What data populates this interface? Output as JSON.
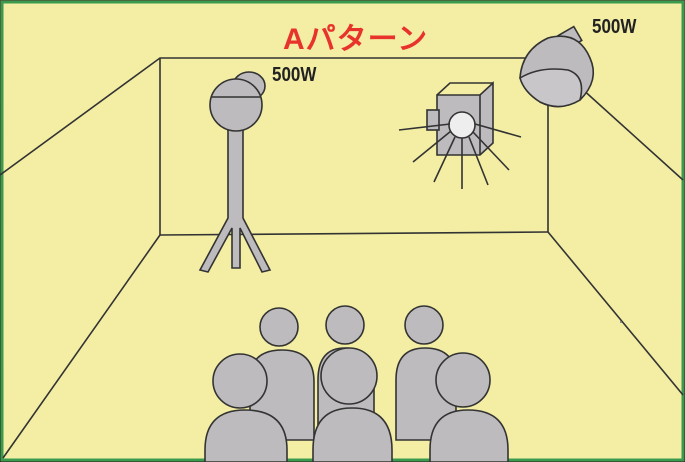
{
  "diagram": {
    "title": "Aパターン",
    "labels": {
      "stand_light": "500W",
      "ceiling_light": "500W"
    },
    "colors": {
      "panel_bg": "#f3eea4",
      "border": "#3a9a4e",
      "title": "#e8332c",
      "silhouette": "#bdbbbd",
      "line": "#333333"
    }
  }
}
